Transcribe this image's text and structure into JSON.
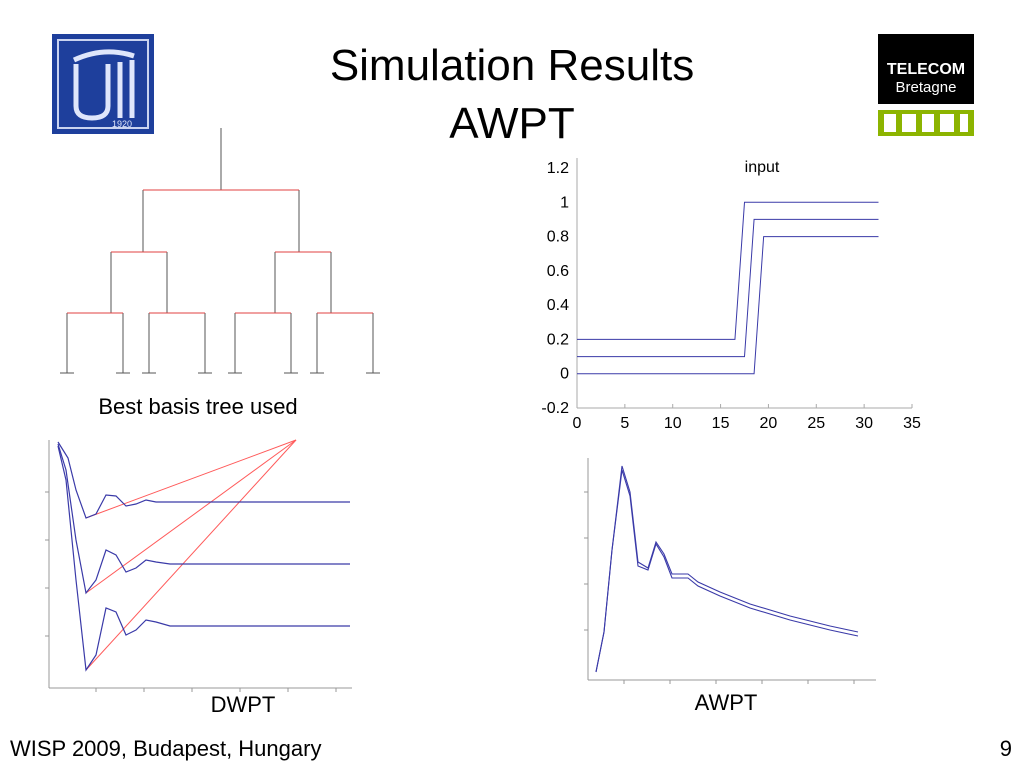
{
  "slide": {
    "title_line1": "Simulation Results",
    "title_line2": "AWPT",
    "tree_caption": "Best basis tree used",
    "dwpt_caption": "DWPT",
    "awpt_caption": "AWPT",
    "footer": "WISP 2009, Budapest, Hungary",
    "page_number": "9"
  },
  "logos": {
    "left": {
      "icon": "university-logo-icon",
      "text": "1920",
      "color": "#1a3c9a"
    },
    "right": {
      "icon": "telecom-bretagne-logo-icon",
      "line1": "TELECOM",
      "line2": "Bretagne",
      "bg": "#000000",
      "accent": "#8cb400"
    }
  },
  "colors": {
    "tree_lines": "#555555",
    "tree_highlight": "#e04040",
    "series": "#3a3aa8",
    "red_lines": "#ff5a5a"
  },
  "chart_data": [
    {
      "type": "line",
      "title": "input",
      "xlabel": "",
      "ylabel": "",
      "xlim": [
        0,
        35
      ],
      "ylim": [
        -0.2,
        1.2
      ],
      "xticks": [
        "0",
        "5",
        "10",
        "15",
        "20",
        "25",
        "30",
        "35"
      ],
      "yticks": [
        "1.2",
        "1",
        "0.8",
        "0.6",
        "0.4",
        "0.2",
        "0",
        "-0.2"
      ],
      "series": [
        {
          "x": [
            0,
            16.5,
            17.5,
            31.5
          ],
          "y": [
            0.2,
            0.2,
            1.0,
            1.0
          ]
        },
        {
          "x": [
            0,
            17.5,
            18.5,
            31.5
          ],
          "y": [
            0.1,
            0.1,
            0.9,
            0.9
          ]
        },
        {
          "x": [
            0,
            18.5,
            19.5,
            31.5
          ],
          "y": [
            0.0,
            0.0,
            0.8,
            0.8
          ]
        }
      ]
    }
  ]
}
